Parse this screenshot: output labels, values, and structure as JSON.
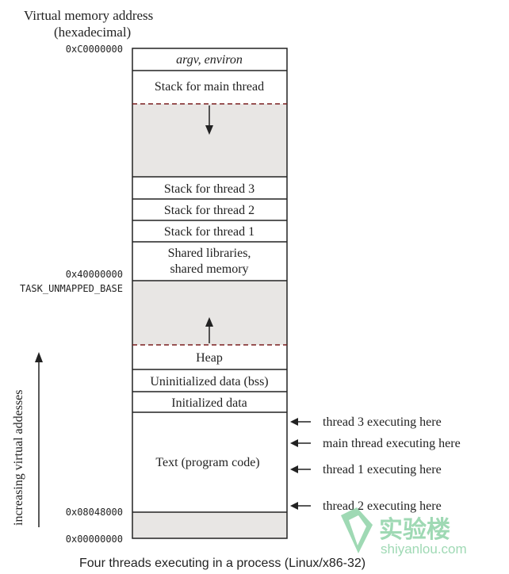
{
  "header": {
    "line1": "Virtual memory address",
    "line2": "(hexadecimal)"
  },
  "addresses": {
    "top": "0xC0000000",
    "mid": "0x40000000",
    "mid_label": "TASK_UNMAPPED_BASE",
    "text_start": "0x08048000",
    "bottom": "0x00000000"
  },
  "segments": {
    "argv": "argv, environ",
    "main_stack": "Stack for main thread",
    "stack3": "Stack for thread 3",
    "stack2": "Stack for thread 2",
    "stack1": "Stack for thread 1",
    "shared_line1": "Shared libraries,",
    "shared_line2": "shared memory",
    "heap": "Heap",
    "bss": "Uninitialized data (bss)",
    "init": "Initialized data",
    "text": "Text (program code)"
  },
  "threads": {
    "t3": "thread 3 executing here",
    "main": "main thread executing here",
    "t1": "thread 1 executing here",
    "t2": "thread 2 executing here"
  },
  "side_label": "increasing virtual addesses",
  "caption": "Four threads executing in a process (Linux/x86-32)",
  "watermark": {
    "cn": "实验楼",
    "en": "shiyanlou.com"
  },
  "colors": {
    "fill_gray": "#e8e6e4",
    "dash": "#7a1f1f",
    "watermark": "#8fd3a8"
  }
}
